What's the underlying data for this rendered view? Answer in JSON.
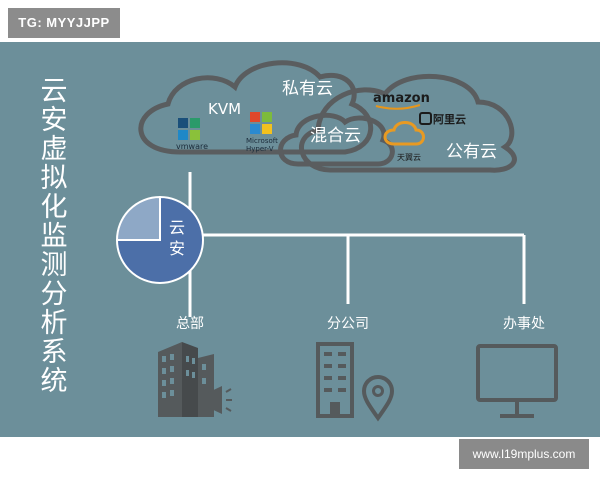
{
  "header_badge": "TG: MYYJJPP",
  "watermark": "www.l19mplus.com",
  "vertical_title": "云安虚拟化监测分析系统",
  "clouds": {
    "private": {
      "label": "私有云",
      "kvm": "KVM",
      "vmware": "vmware",
      "hyperv_line1": "Microsoft",
      "hyperv_line2": "Hyper-V"
    },
    "hybrid": {
      "label": "混合云"
    },
    "public": {
      "label": "公有云",
      "amazon": "amazon",
      "aliyun": "阿里云",
      "tianyi": "天翼云"
    }
  },
  "center_node": {
    "label_line1": "云",
    "label_line2": "安"
  },
  "branches": [
    {
      "label": "总部",
      "icon": "building-icon"
    },
    {
      "label": "分公司",
      "icon": "office-pin-icon"
    },
    {
      "label": "办事处",
      "icon": "monitor-icon"
    }
  ],
  "colors": {
    "background": "#6c8f9a",
    "line": "#ffffff",
    "icon": "#555a5c",
    "pie_dark": "#4c6fa8",
    "pie_light": "#8ea8c6"
  }
}
